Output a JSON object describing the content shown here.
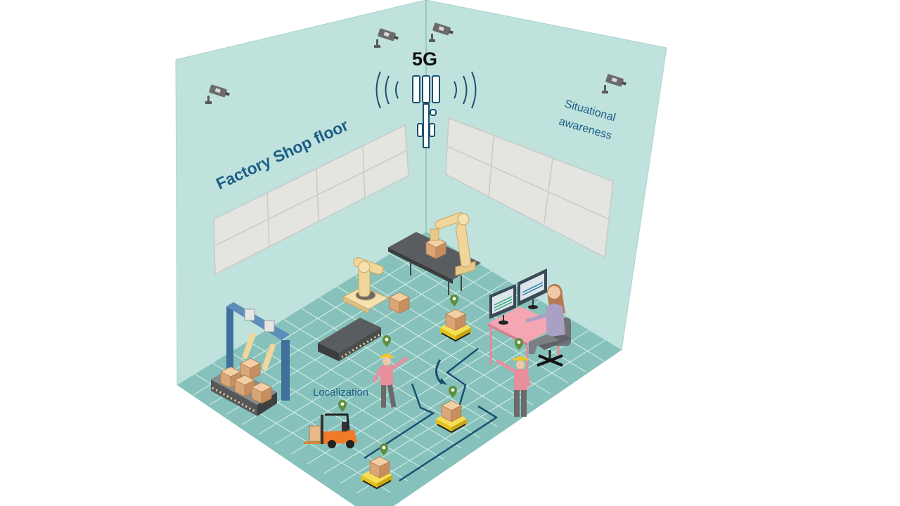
{
  "labels": {
    "network": "5G",
    "area": "Factory Shop floor",
    "situational_line1": "Situational",
    "situational_line2": "awareness",
    "localization": "Localization"
  },
  "colors": {
    "wall": "#bfe2dd",
    "floor": "#86c2bb",
    "grid": "#e6f4f2",
    "label": "#1d5e86",
    "path": "#1b4f72",
    "marker": "#5f8f3e",
    "cart": "#f2d23a",
    "box": "#e8b98b",
    "robot": "#f0d69a",
    "worker_shirt": "#e78f9c",
    "helmet": "#f3c82a",
    "forklift": "#f07a2a"
  },
  "icons": [
    "cctv-camera-icon",
    "antenna-tower-icon",
    "location-pin-icon"
  ]
}
